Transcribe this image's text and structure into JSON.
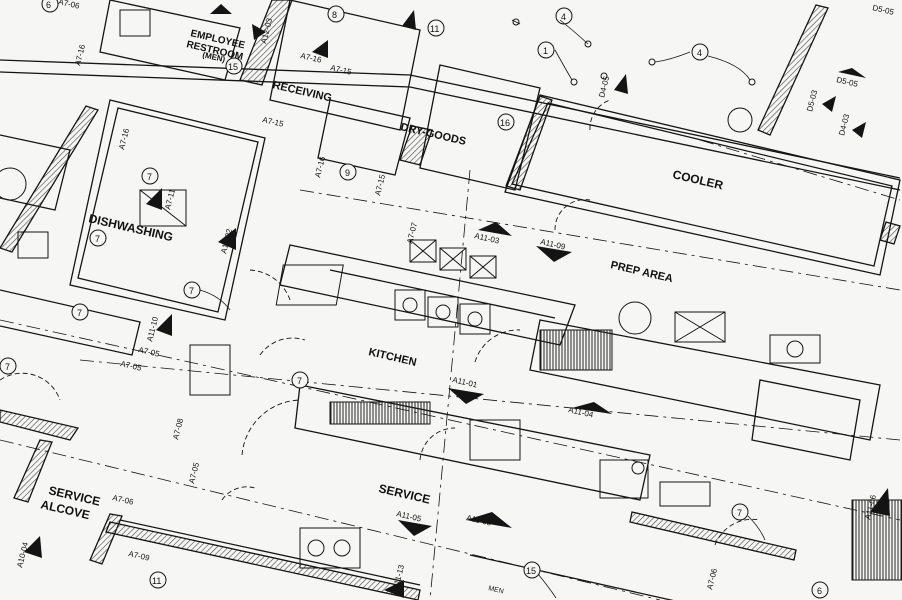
{
  "rooms": {
    "employee_restroom": [
      "EMPLOYEE",
      "RESTROOM",
      "(MEN)"
    ],
    "receiving": "RECEIVING",
    "dry_goods": "DRY-GOODS",
    "cooler": "COOLER",
    "dishwashing": "DISHWASHING",
    "prep_area": "PREP AREA",
    "kitchen": "KITCHEN",
    "service": "SERVICE",
    "service_alcove": [
      "SERVICE",
      "ALCOVE"
    ]
  },
  "references": {
    "a7_06_top": "A7-06",
    "a12_03": "A12-03",
    "a7_16_receiving": "A7-16",
    "a7_15_receiving": "A7-15",
    "a7_15_mid": "A7-15",
    "a7_16_left": "A7-16",
    "d5_05_top": "D5-05",
    "d4_05": "D4-05",
    "d5_05_right": "D5-05",
    "d5_03": "D5-03",
    "d4_03": "D4-03",
    "a7_15_vert": "A7-15",
    "a7_16_vert": "A7-16",
    "a7_11": "A7-11",
    "a7_16_dish": "A7-16",
    "a11_02": "A11-02",
    "a7_07": "A7-07",
    "a11_03": "A11-03",
    "a11_09": "A11-09",
    "a11_10": "A11-10",
    "a7_05_left": "A7-05",
    "a7_05_left2": "A7-05",
    "a7_08": "A7-08",
    "a7_05_vert": "A7-05",
    "a11_01": "A11-01",
    "a11_04": "A11-04",
    "a7_06_service": "A7-06",
    "a7_09": "A7-09",
    "a10_04": "A10-04",
    "a11_05": "A11-05",
    "a11_08": "A11-08",
    "a11_13": "A11-13",
    "a7_06_right": "A7-06",
    "a11_06": "A11-06",
    "men": "MEN"
  },
  "tags": {
    "t6": "6",
    "t8": "8",
    "t11": "11",
    "t4a": "4",
    "t1": "1",
    "t4b": "4",
    "t15": "15",
    "t16": "16",
    "t9": "9",
    "t7a": "7",
    "t7b": "7",
    "t7c": "7",
    "t7d": "7",
    "t7e": "7",
    "t7f": "7",
    "t7g": "7",
    "t11b": "11",
    "t15b": "15",
    "t6b": "6"
  },
  "colors": {
    "paper": "#f6f6f4",
    "ink": "#141414",
    "hatch": "#555555"
  }
}
